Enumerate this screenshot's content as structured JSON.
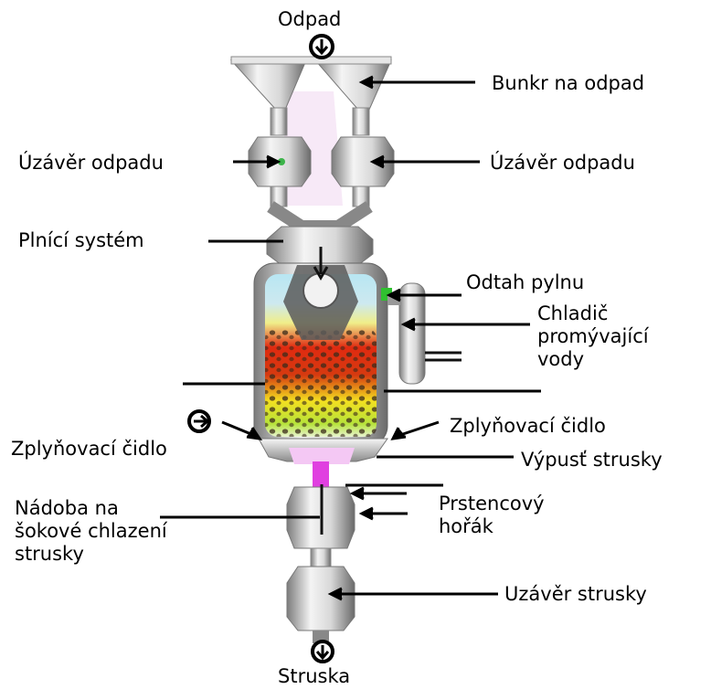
{
  "labels": {
    "top_input": "Odpad",
    "bunker": "Bunkr na odpad",
    "valve_left": "Úzávěr odpadu",
    "valve_right": "Úzávěr odpadu",
    "feeding_system": "Plnící systém",
    "dust_outlet": "Odtah pylnu",
    "wash_cooler_1": "Chladič",
    "wash_cooler_2": "promývající",
    "wash_cooler_3": "vody",
    "gasifier_nozzle_right": "Zplyňovací čidlo",
    "gasifier_nozzle_left": "Zplyňovací čidlo",
    "slag_outlet": "Výpusť strusky",
    "quench_vessel_1": "Nádoba na",
    "quench_vessel_2": "šokové chlazení",
    "quench_vessel_3": "strusky",
    "ring_burner_1": "Prstencový",
    "ring_burner_2": "hořák",
    "slag_valve": "Uzávěr strusky",
    "bottom_output": "Struska"
  },
  "colors": {
    "metal_light": "#f2f2f2",
    "metal_dark": "#8a8a8a",
    "gas_space": "#f7e9f7",
    "melt_red": "#e02a10",
    "melt_yellow": "#f3e020",
    "melt_green": "#9fdc2a",
    "sky_blue": "#b8e6f2",
    "slag_pink": "#e040e0",
    "dust_green": "#30c030"
  },
  "icons": {
    "top": "down-arrow-circle-icon",
    "bottom": "down-arrow-circle-icon",
    "left_nozzle": "right-arrow-circle-icon"
  }
}
